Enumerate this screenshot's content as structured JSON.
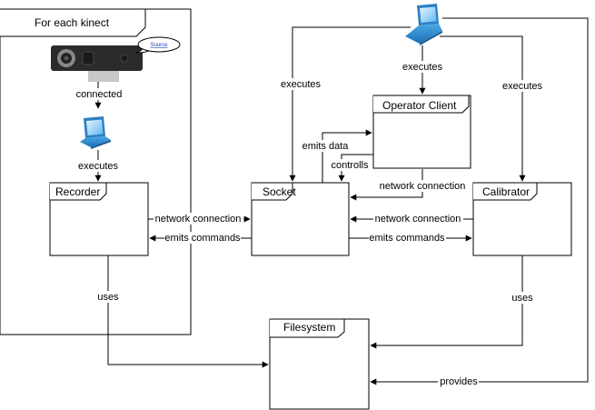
{
  "group": {
    "title": "For each kinect"
  },
  "nodes": {
    "recorder": "Recorder",
    "socket": "Socket",
    "operator_client": "Operator Client",
    "calibrator": "Calibrator",
    "filesystem": "Filesystem"
  },
  "callout": {
    "text": "Source"
  },
  "edges": {
    "connected": "connected",
    "executes_left": "executes",
    "executes_top_left": "executes",
    "executes_top_mid": "executes",
    "executes_top_right": "executes",
    "emits_data": "emits data",
    "controlls": "controlls",
    "net_rec_socket": "network connection",
    "emits_cmd_left": "emits commands",
    "net_op_socket": "network connection",
    "net_cal_socket": "network connection",
    "emits_cmd_right": "emits commands",
    "uses_left": "uses",
    "uses_right": "uses",
    "provides": "provides"
  },
  "icons": [
    "kinect-camera-icon",
    "laptop-icon",
    "laptop-icon"
  ]
}
